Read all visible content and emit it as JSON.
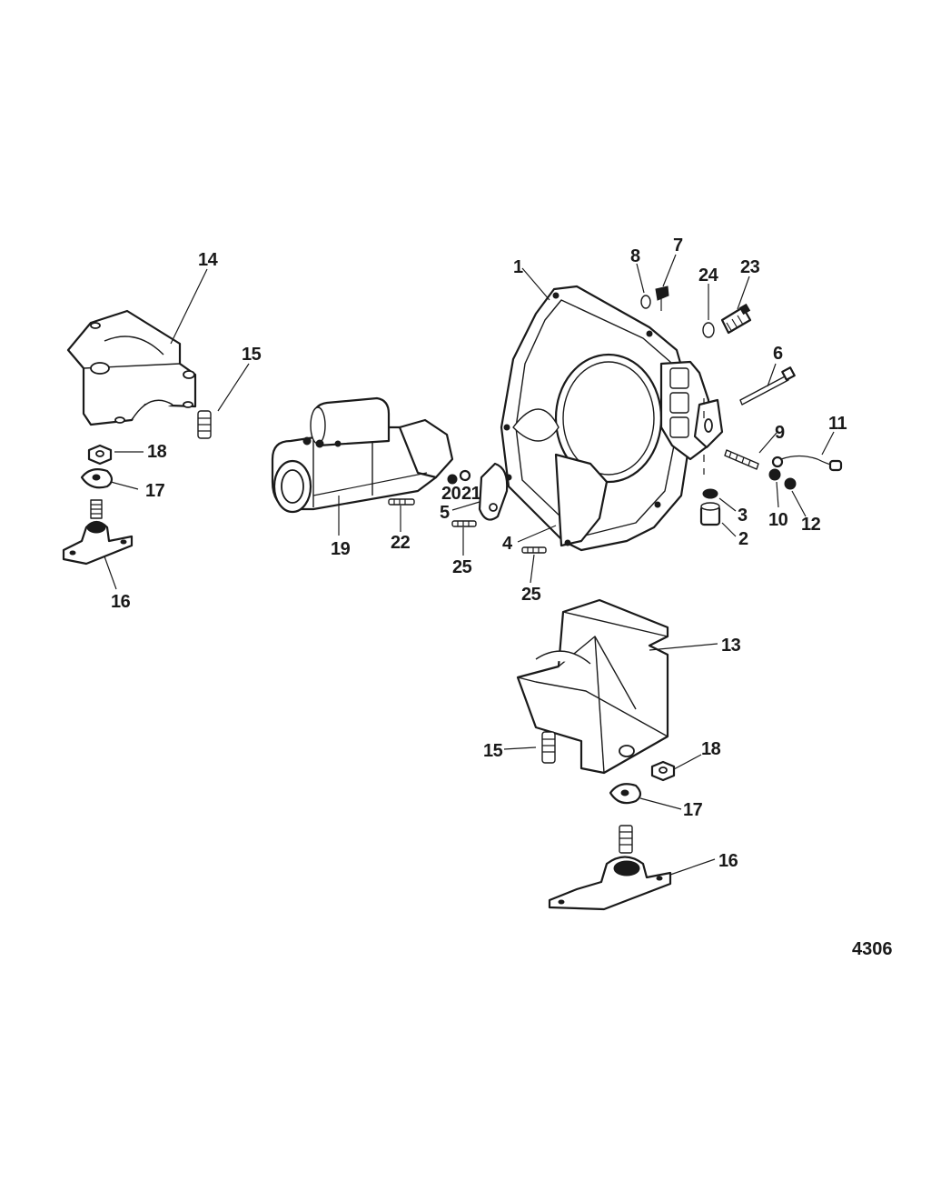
{
  "figure_code": "4306",
  "callouts": {
    "c1": "1",
    "c2": "2",
    "c3": "3",
    "c4": "4",
    "c5": "5",
    "c6": "6",
    "c7": "7",
    "c8": "8",
    "c9": "9",
    "c10": "10",
    "c11": "11",
    "c12": "12",
    "c13": "13",
    "c14": "14",
    "c15a": "15",
    "c15b": "15",
    "c16a": "16",
    "c16b": "16",
    "c17a": "17",
    "c17b": "17",
    "c18a": "18",
    "c18b": "18",
    "c19": "19",
    "c20": "20",
    "c21": "21",
    "c22": "22",
    "c23": "23",
    "c24": "24",
    "c25a": "25",
    "c25b": "25"
  }
}
